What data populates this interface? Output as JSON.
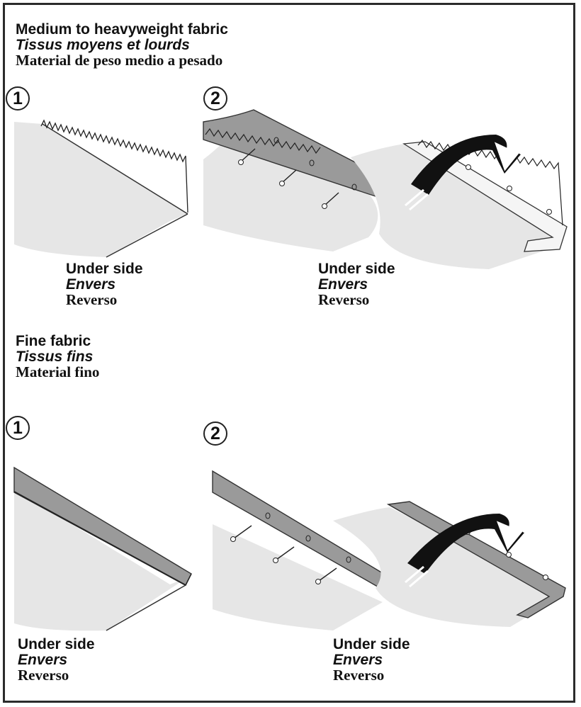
{
  "sections": [
    {
      "title_en": "Medium to heavyweight fabric",
      "title_fr": "Tissus moyens et lourds",
      "title_es": "Material de peso medio a pesado",
      "steps": [
        {
          "number": "1",
          "label_en": "Under side",
          "label_fr": "Envers",
          "label_es": "Reverso"
        },
        {
          "number": "2",
          "label_en": "Under side",
          "label_fr": "Envers",
          "label_es": "Reverso"
        }
      ]
    },
    {
      "title_en": "Fine fabric",
      "title_fr": "Tissus fins",
      "title_es": "Material fino",
      "steps": [
        {
          "number": "1",
          "label_en": "Under side",
          "label_fr": "Envers",
          "label_es": "Reverso"
        },
        {
          "number": "2",
          "label_en": "Under side",
          "label_fr": "Envers",
          "label_es": "Reverso"
        }
      ]
    }
  ],
  "colors": {
    "fabric_light": "#e6e6e6",
    "fabric_dark": "#9a9a9a",
    "arrow": "#111111",
    "border": "#2b2b2b"
  }
}
